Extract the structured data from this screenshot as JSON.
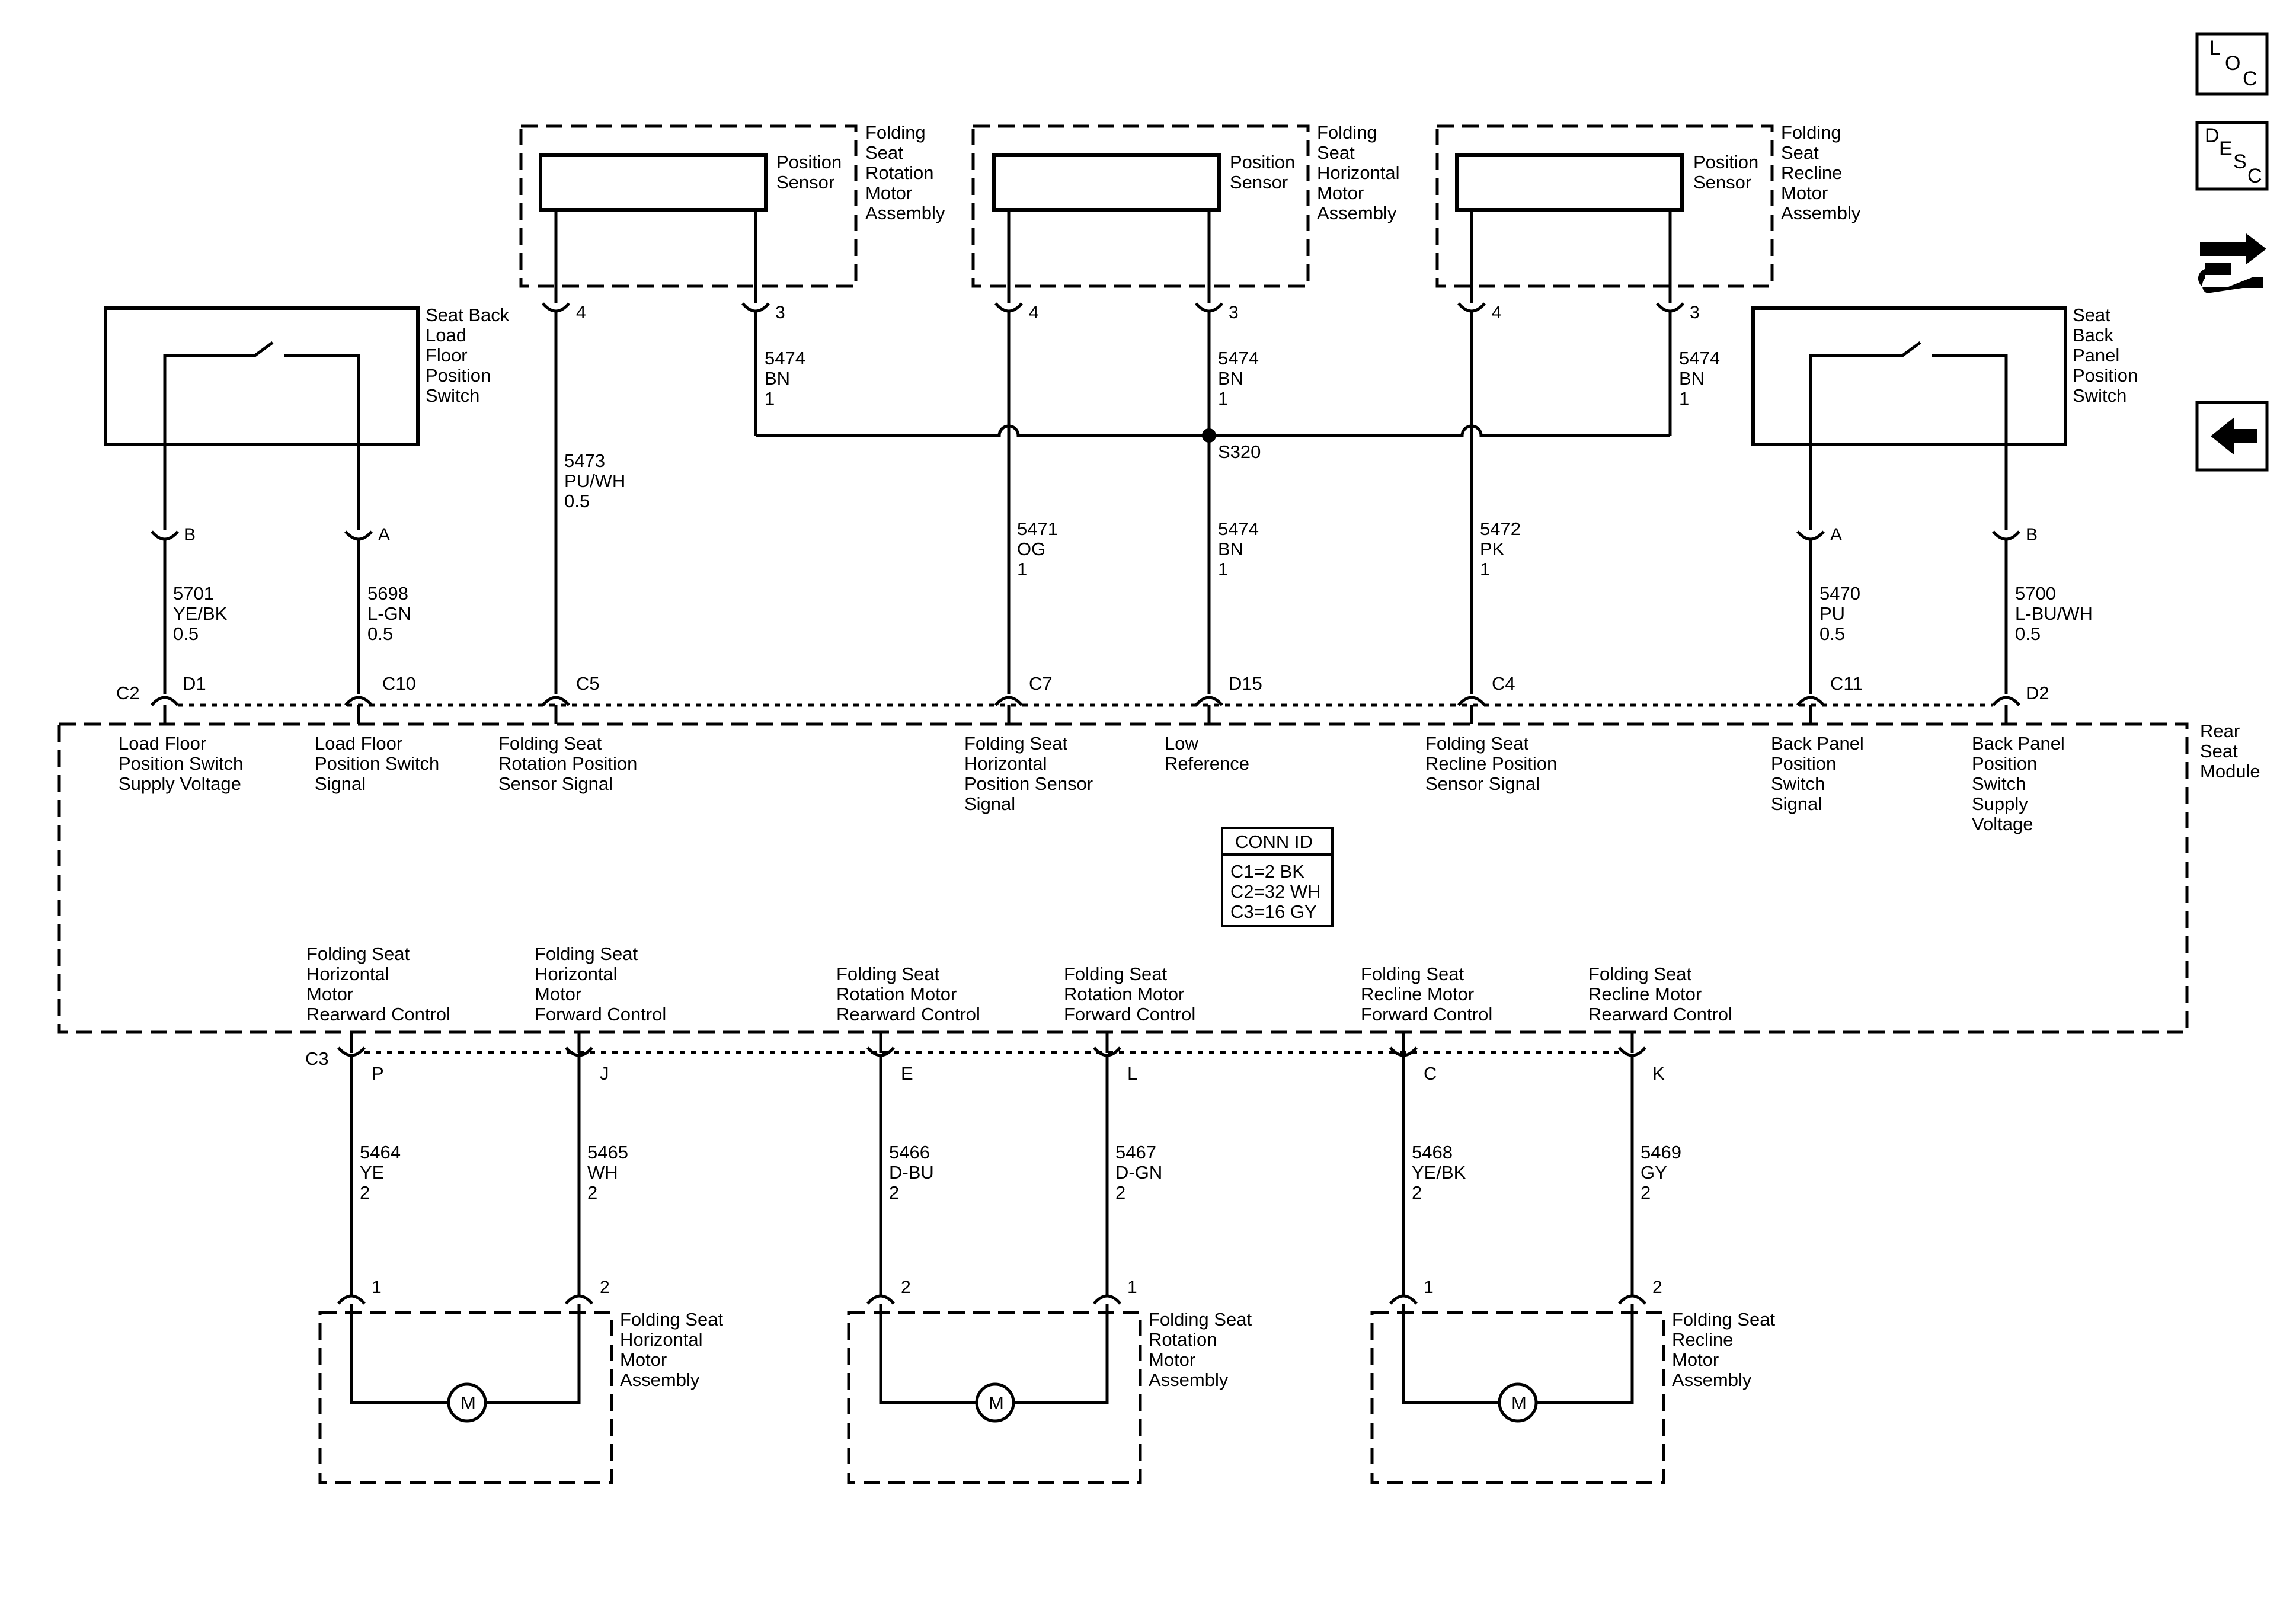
{
  "nav_icons": {
    "loc": [
      "L",
      "O",
      "C"
    ],
    "desc": [
      "D",
      "E",
      "S",
      "C"
    ]
  },
  "components": {
    "rotation_motor_assembly": [
      "Folding",
      "Seat",
      "Rotation",
      "Motor",
      "Assembly"
    ],
    "horizontal_motor_assembly": [
      "Folding",
      "Seat",
      "Horizontal",
      "Motor",
      "Assembly"
    ],
    "recline_motor_assembly": [
      "Folding",
      "Seat",
      "Recline",
      "Motor",
      "Assembly"
    ],
    "position_sensor": [
      "Position",
      "Sensor"
    ],
    "seat_back_load_floor_switch": [
      "Seat Back",
      "Load",
      "Floor",
      "Position",
      "Switch"
    ],
    "seat_back_panel_switch": [
      "Seat",
      "Back",
      "Panel",
      "Position",
      "Switch"
    ],
    "rear_seat_module": [
      "Rear",
      "Seat",
      "Module"
    ],
    "bottom_horizontal_motor": [
      "Folding Seat",
      "Horizontal",
      "Motor",
      "Assembly"
    ],
    "bottom_rotation_motor": [
      "Folding Seat",
      "Rotation",
      "Motor",
      "Assembly"
    ],
    "bottom_recline_motor": [
      "Folding Seat",
      "Recline",
      "Motor",
      "Assembly"
    ],
    "motor_symbol": "M"
  },
  "sensor_pins": {
    "rotation": {
      "left": "4",
      "right": "3"
    },
    "horizontal": {
      "left": "4",
      "right": "3"
    },
    "recline": {
      "left": "4",
      "right": "3"
    }
  },
  "switch_pins": {
    "load_floor": {
      "left": "B",
      "right": "A"
    },
    "back_panel": {
      "left": "A",
      "right": "B"
    }
  },
  "splice": "S320",
  "wires": {
    "w5473": [
      "5473",
      "PU/WH",
      "0.5"
    ],
    "w5474_rot": [
      "5474",
      "BN",
      "1"
    ],
    "w5474_hor": [
      "5474",
      "BN",
      "1"
    ],
    "w5474_rec": [
      "5474",
      "BN",
      "1"
    ],
    "w5471": [
      "5471",
      "OG",
      "1"
    ],
    "w5474_low": [
      "5474",
      "BN",
      "1"
    ],
    "w5472": [
      "5472",
      "PK",
      "1"
    ],
    "w5701": [
      "5701",
      "YE/BK",
      "0.5"
    ],
    "w5698": [
      "5698",
      "L-GN",
      "0.5"
    ],
    "w5470": [
      "5470",
      "PU",
      "0.5"
    ],
    "w5700": [
      "5700",
      "L-BU/WH",
      "0.5"
    ],
    "w5464": [
      "5464",
      "YE",
      "2"
    ],
    "w5465": [
      "5465",
      "WH",
      "2"
    ],
    "w5466": [
      "5466",
      "D-BU",
      "2"
    ],
    "w5467": [
      "5467",
      "D-GN",
      "2"
    ],
    "w5468": [
      "5468",
      "YE/BK",
      "2"
    ],
    "w5469": [
      "5469",
      "GY",
      "2"
    ]
  },
  "module_top_connectors": {
    "c2": "C2",
    "d1": "D1",
    "c10": "C10",
    "c5": "C5",
    "c7": "C7",
    "d15": "D15",
    "c4": "C4",
    "c11": "C11",
    "d2": "D2"
  },
  "module_top_labels": {
    "load_floor_supply": [
      "Load Floor",
      "Position Switch",
      "Supply Voltage"
    ],
    "load_floor_signal": [
      "Load Floor",
      "Position Switch",
      "Signal"
    ],
    "rotation_sensor_signal": [
      "Folding Seat",
      "Rotation Position",
      "Sensor Signal"
    ],
    "horizontal_sensor_signal": [
      "Folding Seat",
      "Horizontal",
      "Position Sensor",
      "Signal"
    ],
    "low_reference": [
      "Low",
      "Reference"
    ],
    "recline_sensor_signal": [
      "Folding Seat",
      "Recline Position",
      "Sensor Signal"
    ],
    "back_panel_signal": [
      "Back Panel",
      "Position",
      "Switch",
      "Signal"
    ],
    "back_panel_supply": [
      "Back Panel",
      "Position",
      "Switch",
      "Supply",
      "Voltage"
    ]
  },
  "conn_id": {
    "title": "CONN ID",
    "rows": [
      "C1=2 BK",
      "C2=32 WH",
      "C3=16 GY"
    ]
  },
  "module_bottom_labels": {
    "horizontal_rearward": [
      "Folding Seat",
      "Horizontal",
      "Motor",
      "Rearward Control"
    ],
    "horizontal_forward": [
      "Folding Seat",
      "Horizontal",
      "Motor",
      "Forward Control"
    ],
    "rotation_rearward": [
      "Folding Seat",
      "Rotation Motor",
      "Rearward Control"
    ],
    "rotation_forward": [
      "Folding Seat",
      "Rotation Motor",
      "Forward Control"
    ],
    "recline_forward": [
      "Folding Seat",
      "Recline Motor",
      "Forward Control"
    ],
    "recline_rearward": [
      "Folding Seat",
      "Recline Motor",
      "Rearward Control"
    ]
  },
  "module_bottom_connectors": {
    "c3": "C3",
    "p": "P",
    "j": "J",
    "e": "E",
    "l": "L",
    "c": "C",
    "k": "K"
  },
  "motor_pins": {
    "horizontal": {
      "left": "1",
      "right": "2"
    },
    "rotation": {
      "left": "2",
      "right": "1"
    },
    "recline": {
      "left": "1",
      "right": "2"
    }
  }
}
